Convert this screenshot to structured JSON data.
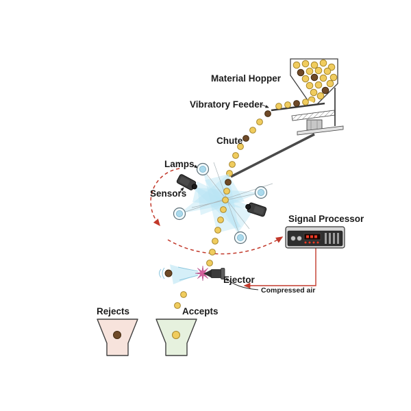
{
  "diagram": {
    "labels": {
      "material_hopper": "Material Hopper",
      "vibratory_feeder": "Vibratory Feeder",
      "chute": "Chute",
      "lamps": "Lamps",
      "sensors": "Sensors",
      "signal_processor": "Signal Processor",
      "ejector": "Ejector",
      "compressed_air": "Compressed air",
      "rejects": "Rejects",
      "accepts": "Accepts"
    },
    "colors": {
      "accept_particle": "#f0cc5e",
      "accept_particle_stroke": "#a6862c",
      "reject_particle": "#6f4a28",
      "reject_particle_stroke": "#41290f",
      "beam": "#b9e5f3",
      "signal": "#c2392b",
      "rejects_bin": "#f7e3dc",
      "accepts_bin": "#e6f1de",
      "burst": "#d4619c"
    }
  }
}
